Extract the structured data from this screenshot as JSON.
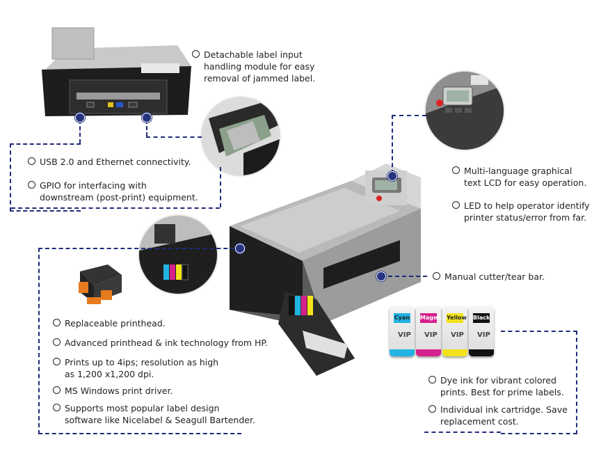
{
  "annotations": {
    "input_module": "Detachable label input\nhandling module for easy\nremoval of jammed label.",
    "usb": "USB 2.0 and Ethernet connectivity.",
    "gpio": "GPIO for interfacing with\ndownstream (post-print) equipment.",
    "lcd": "Multi-language graphical\ntext LCD for easy operation.",
    "led": "LED to help operator identify\nprinter status/error from far.",
    "cutter": "Manual cutter/tear bar.",
    "printhead": "Replaceable printhead.",
    "tech": "Advanced printhead & ink technology from HP.",
    "speed": "Prints up to 4ips; resolution as high\nas 1,200 x1,200 dpi.",
    "driver": "MS Windows print driver.",
    "software": "Supports  most popular label design\nsoftware like Nicelabel & Seagull Bartender.",
    "dye_ink": "Dye ink for vibrant colored\nprints.  Best for prime labels.",
    "cartridge": "Individual ink cartridge.  Save\nreplacement cost."
  },
  "cartridges": [
    {
      "label": "Cyan",
      "color": "#22b3e3"
    },
    {
      "label": "Magenta",
      "color": "#d6208c"
    },
    {
      "label": "Yellow",
      "color": "#f2e21a"
    },
    {
      "label": "Black",
      "color": "#111111"
    }
  ],
  "cartridge_brand": "VIP",
  "colors": {
    "callout_line": "#1f2a7a",
    "callout_dot": "#26337f"
  },
  "icons": [
    "printer-rear-photo",
    "input-module-closeup",
    "lcd-panel-closeup",
    "printer-photo",
    "ink-bay-closeup",
    "printhead-photo",
    "ink-cartridges-photo"
  ]
}
